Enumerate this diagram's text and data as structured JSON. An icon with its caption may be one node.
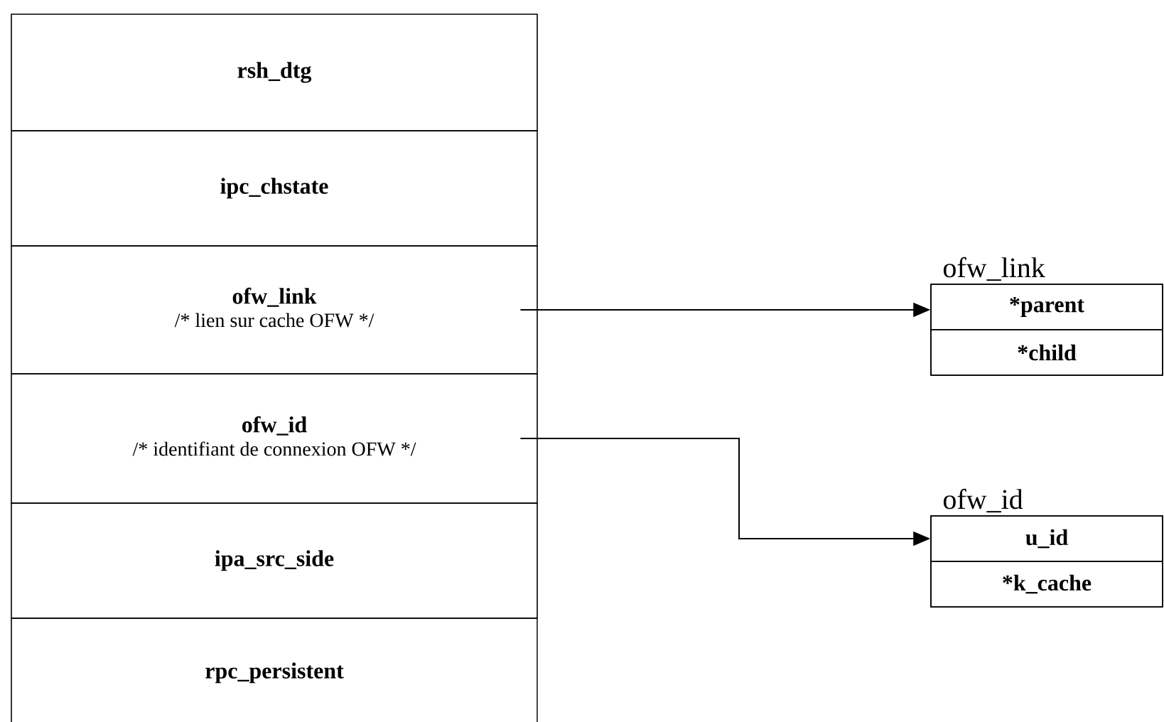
{
  "diagram": {
    "nodes": [
      {
        "text": [
          "rsh_dtg"
        ]
      },
      {
        "text": [
          "ipc_chstate"
        ]
      },
      {
        "text": [
          "ofw_link",
          "/* lien sur cache OFW */"
        ]
      },
      {
        "text": [
          "ofw_id",
          "/* identifiant de connexion OFW */"
        ]
      },
      {
        "text": [
          "ipa_src_side"
        ]
      },
      {
        "text": [
          "rpc_persistent"
        ]
      },
      {
        "text": [
          "ofw_link"
        ]
      },
      {
        "text": [
          "*parent"
        ],
        "in": 6
      },
      {
        "text": [
          "*child"
        ],
        "in": 6
      },
      {
        "text": [
          "ofw_id"
        ]
      },
      {
        "text": [
          "u_id"
        ],
        "in": 9
      },
      {
        "text": [
          "*k_cache"
        ],
        "in": 9
      }
    ],
    "edges": [
      {
        "from": 2,
        "to": 7,
        "arrow": "to"
      },
      {
        "from": 3,
        "to": 10,
        "arrow": "to"
      }
    ]
  }
}
